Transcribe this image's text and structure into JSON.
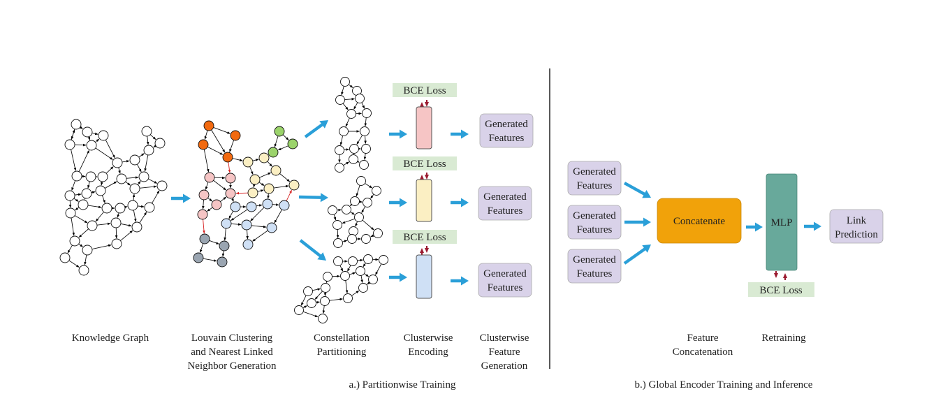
{
  "section_a": {
    "title": "a.) Partitionwise Training",
    "stage_labels": [
      [
        "Knowledge Graph"
      ],
      [
        "Louvain Clustering",
        "and Nearest Linked",
        "Neighbor Generation"
      ],
      [
        "Constellation",
        "Partitioning"
      ],
      [
        "Clusterwise",
        "Encoding"
      ],
      [
        "Clusterwise",
        "Feature",
        "Generation"
      ]
    ],
    "loss_label": "BCE Loss",
    "generated_features": [
      "Generated",
      "Features"
    ]
  },
  "section_b": {
    "title": "b.) Global Encoder Training and Inference",
    "generated_features": [
      "Generated",
      "Features"
    ],
    "concatenate_label": "Concatenate",
    "mlp_label": "MLP",
    "link_prediction": [
      "Link",
      "Prediction"
    ],
    "loss_label": "BCE Loss",
    "stage_labels": [
      [
        "Feature",
        "Concatenation"
      ],
      [
        "Retraining"
      ]
    ]
  },
  "colors": {
    "arrow": "#2a9fd8",
    "loss_fill": "#d9ead3",
    "generated_fill": "#d9d2e9",
    "concatenate_fill": "#f1a20a",
    "mlp_fill": "#68a99b",
    "cluster_orange": "#f26a10",
    "cluster_green": "#9bd36b",
    "cluster_pink": "#f6c5c5",
    "cluster_yellow": "#fbefc3",
    "cluster_blue": "#cfe0f5",
    "cluster_gray": "#9aa5b1",
    "gradient_arrow": "#9b1b30",
    "link_red": "#d62020"
  }
}
